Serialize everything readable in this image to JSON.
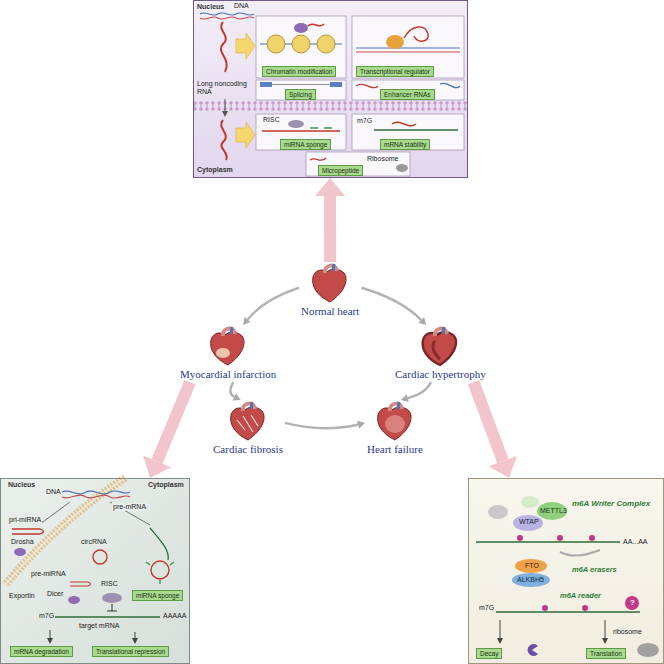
{
  "diagram": {
    "nodes": [
      {
        "text": [
          "Nucleus",
          "Cytoplasm"
        ]
      },
      {
        "text": [
          "Chromatin modification"
        ],
        "in": 0
      },
      {
        "text": [
          "Transcriptional regulator"
        ],
        "in": 0
      },
      {
        "text": [
          "Splicing"
        ],
        "in": 0
      },
      {
        "text": [
          "Enhancer RNAs"
        ],
        "in": 0
      },
      {
        "text": [
          "miRNA sponge"
        ],
        "in": 0
      },
      {
        "text": [
          "mRNA stability"
        ],
        "in": 0
      },
      {
        "text": [
          "Micropeptide"
        ],
        "in": 0
      },
      {
        "text": [
          "Normal heart"
        ]
      },
      {
        "text": [
          "Myocardial infarction"
        ]
      },
      {
        "text": [
          "Cardiac hypertrophy"
        ]
      },
      {
        "text": [
          "Cardiac fibrosis"
        ]
      },
      {
        "text": [
          "Heart failure"
        ]
      },
      {
        "text": [
          "Nucleus",
          "Cytoplasm"
        ]
      },
      {
        "text": [
          "miRNA sponge"
        ],
        "in": 13
      },
      {
        "text": [
          "mRNA degradation"
        ],
        "in": 13
      },
      {
        "text": [
          "Translational repression"
        ],
        "in": 13
      },
      {
        "text": [
          "m6A Writer Complex",
          "m6A erasers",
          "m6A reader"
        ]
      },
      {
        "text": [
          "Decay"
        ],
        "in": 17
      },
      {
        "text": [
          "Translation"
        ],
        "in": 17
      }
    ],
    "edges": [
      {
        "from": 8,
        "to": 0,
        "arrow": "to"
      },
      {
        "from": 9,
        "to": 13,
        "arrow": "to"
      },
      {
        "from": 10,
        "to": 17,
        "arrow": "to"
      },
      {
        "from": 8,
        "to": 9,
        "arrow": "to"
      },
      {
        "from": 8,
        "to": 10,
        "arrow": "to"
      },
      {
        "from": 9,
        "to": 11,
        "arrow": "to"
      },
      {
        "from": 11,
        "to": 12,
        "arrow": "to"
      },
      {
        "from": 10,
        "to": 12,
        "arrow": "to"
      }
    ],
    "labels": [
      "DNA",
      "Long noncoding RNA",
      "RISC",
      "m7G",
      "Ribosome",
      "DNA",
      "pri-miRNA",
      "pre-mRNA",
      "Drosha",
      "circRNA",
      "Exportin",
      "pre-miRNA",
      "Dicer",
      "RISC",
      "m7G",
      "AAAAA",
      "target mRNA",
      "WTAP",
      "METTL3",
      "FTO",
      "ALKBH5",
      "m7G",
      "AA...AA",
      "ribosome",
      "?"
    ]
  }
}
